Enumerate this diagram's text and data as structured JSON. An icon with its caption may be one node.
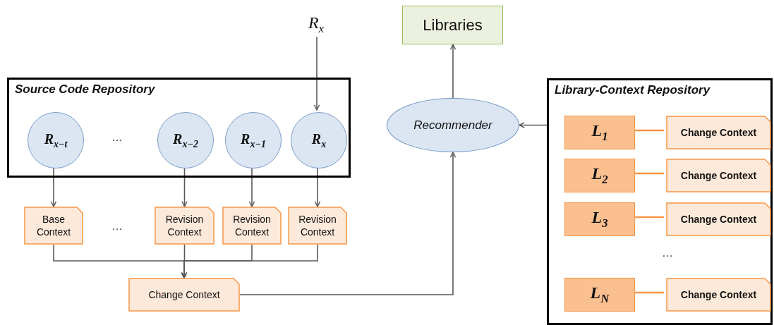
{
  "diagram": {
    "nodes": [
      {
        "text": [
          "R$_{x}$"
        ]
      },
      {
        "text": [
          "Source Code Repository"
        ]
      },
      {
        "text": [
          "R$_{x−t}$"
        ],
        "in": 1
      },
      {
        "text": [
          "R$_{x−2}$"
        ],
        "in": 1
      },
      {
        "text": [
          "R$_{x−1}$"
        ],
        "in": 1
      },
      {
        "text": [
          "R$_{x}$"
        ],
        "in": 1
      },
      {
        "text": [
          "Base Context"
        ]
      },
      {
        "text": [
          "Revision Context"
        ]
      },
      {
        "text": [
          "Revision Context"
        ]
      },
      {
        "text": [
          "Revision Context"
        ]
      },
      {
        "text": [
          "Change Context"
        ]
      },
      {
        "text": [
          "Recommender"
        ]
      },
      {
        "text": [
          "Libraries"
        ]
      },
      {
        "text": [
          "Library-Context Repository"
        ]
      },
      {
        "text": [
          "L$_{1}$"
        ],
        "in": 13
      },
      {
        "text": [
          "Change Context"
        ],
        "in": 13
      },
      {
        "text": [
          "L$_{2}$"
        ],
        "in": 13
      },
      {
        "text": [
          "Change Context"
        ],
        "in": 13
      },
      {
        "text": [
          "L$_{3}$"
        ],
        "in": 13
      },
      {
        "text": [
          "Change Context"
        ],
        "in": 13
      },
      {
        "text": [
          "L$_{N}$"
        ],
        "in": 13
      },
      {
        "text": [
          "Change Context"
        ],
        "in": 13
      }
    ],
    "edges": [
      {
        "from": 0,
        "to": 5,
        "arrow": "to"
      },
      {
        "from": 2,
        "to": 6,
        "arrow": "to"
      },
      {
        "from": 3,
        "to": 7,
        "arrow": "to"
      },
      {
        "from": 4,
        "to": 8,
        "arrow": "to"
      },
      {
        "from": 5,
        "to": 9,
        "arrow": "to"
      },
      {
        "from": 6,
        "to": 10,
        "arrow": "to"
      },
      {
        "from": 7,
        "to": 10,
        "arrow": "to"
      },
      {
        "from": 8,
        "to": 10,
        "arrow": "to"
      },
      {
        "from": 9,
        "to": 10,
        "arrow": "to"
      },
      {
        "from": 10,
        "to": 11,
        "arrow": "to"
      },
      {
        "from": 11,
        "to": 12,
        "arrow": "to"
      },
      {
        "from": 13,
        "to": 11,
        "arrow": "to"
      },
      {
        "from": 14,
        "to": 15,
        "arrow": "none",
        "color": "#f79646"
      },
      {
        "from": 16,
        "to": 17,
        "arrow": "none",
        "color": "#f79646"
      },
      {
        "from": 18,
        "to": 19,
        "arrow": "none",
        "color": "#f79646"
      },
      {
        "from": 20,
        "to": 21,
        "arrow": "none",
        "color": "#f79646"
      }
    ],
    "labels": [
      "…",
      "…",
      "…"
    ]
  }
}
